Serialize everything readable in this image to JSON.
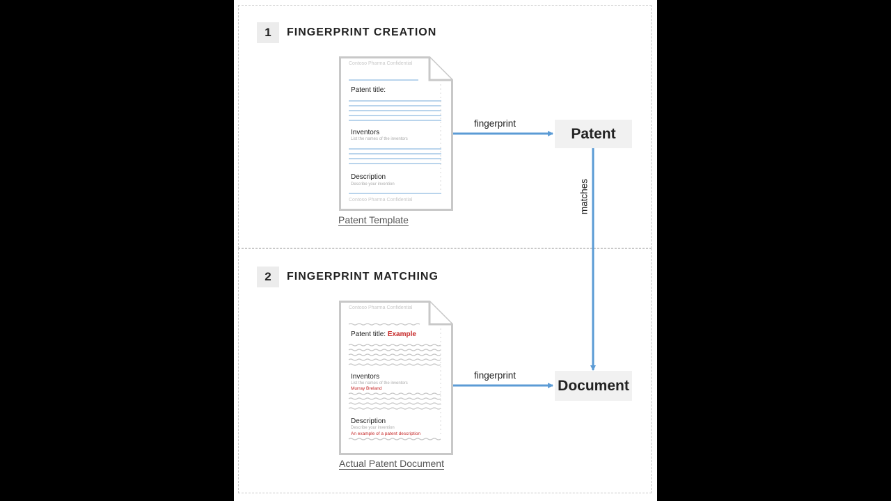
{
  "steps": [
    {
      "number": "1",
      "title": "FINGERPRINT CREATION"
    },
    {
      "number": "2",
      "title": "FINGERPRINT MATCHING"
    }
  ],
  "template_doc": {
    "header": "Contoso Pharma Confidential",
    "footer": "Contoso Pharma Confidential",
    "patent_title_label": "Patent title:",
    "inventors_label": "Inventors",
    "inventors_hint": "List the names of the inventors",
    "description_label": "Description",
    "description_hint": "Describe your invention",
    "caption": "Patent Template"
  },
  "actual_doc": {
    "header": "Contoso Pharma Confidential",
    "patent_title_label": "Patent title:",
    "patent_title_value": "Example",
    "inventors_label": "Inventors",
    "inventors_hint": "List the names of the inventors",
    "inventors_value": "Murray Breland",
    "description_label": "Description",
    "description_hint": "Describe your invention",
    "description_value": "An example of a patent description",
    "caption": "Actual Patent Document"
  },
  "nodes": {
    "patent": "Patent",
    "document": "Document"
  },
  "edges": {
    "fingerprint_top": "fingerprint",
    "fingerprint_bottom": "fingerprint",
    "matches": "matches"
  },
  "colors": {
    "arrow": "#5b9bd5",
    "accent_red": "#c62828",
    "doc_border": "#c8c8c8"
  }
}
